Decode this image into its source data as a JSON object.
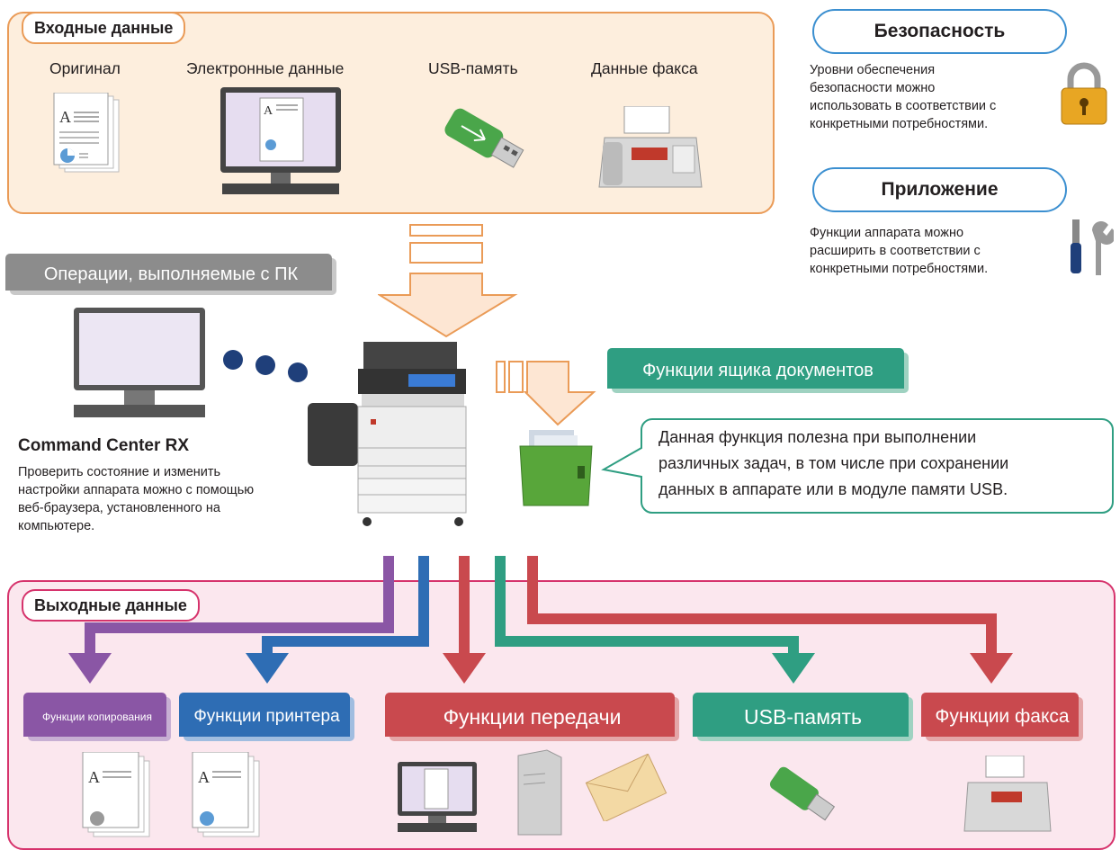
{
  "input": {
    "title": "Входные данные",
    "items": [
      "Оригинал",
      "Электронные данные",
      "USB-память",
      "Данные факса"
    ]
  },
  "security": {
    "title": "Безопасность",
    "text": [
      "Уровни обеспечения",
      "безопасности можно",
      "использовать в соответствии с",
      "конкретными потребностями."
    ]
  },
  "application": {
    "title": "Приложение",
    "text": [
      "Функции аппарата можно",
      "расширить в соответствии с",
      "конкретными потребностями."
    ]
  },
  "pc_ops": {
    "label": "Операции, выполняемые с ПК"
  },
  "command_center": {
    "title": "Command Center RX",
    "text": [
      "Проверить состояние и изменить",
      "настройки аппарата можно с помощью",
      "веб-браузера, установленного на",
      "компьютере."
    ]
  },
  "document_box": {
    "label": "Функции ящика документов",
    "bubble": [
      "Данная функция полезна при выполнении",
      "различных задач, в том числе при сохранении",
      "данных в аппарате или в модуле памяти USB."
    ]
  },
  "output": {
    "title": "Выходные данные",
    "buttons": [
      "Функции копирования",
      "Функции принтера",
      "Функции передачи",
      "USB-память",
      "Функции факса"
    ]
  },
  "colors": {
    "copy": "#8a56a5",
    "printer": "#2e6db4",
    "send": "#c9494e",
    "usb": "#2f9e82",
    "fax": "#c9494e",
    "input_border": "#ea9b57",
    "output_border": "#d6336c",
    "pill_border": "#3b8fd0",
    "pc_label": "#8c8c8c"
  }
}
